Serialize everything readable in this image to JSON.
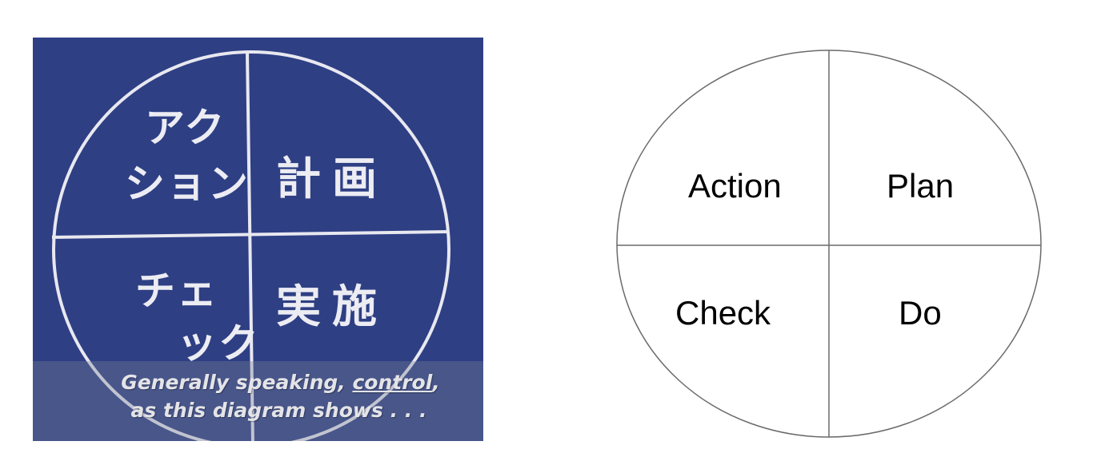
{
  "left_panel": {
    "background_color": "#2e3f84",
    "line_color": "#e8e8f0",
    "quadrants": {
      "action_line1": "アク",
      "action_line2": "ション",
      "plan": "計画",
      "check_line1": "チェ",
      "check_line2": "ック",
      "do": "実施"
    },
    "subtitle": {
      "line1_a": "Generally speaking, ",
      "line1_underlined": "control",
      "line1_b": ",",
      "line2": "as this diagram shows . . ."
    }
  },
  "right_panel": {
    "line_color": "#6a6a6a",
    "quadrants": {
      "action": "Action",
      "plan": "Plan",
      "check": "Check",
      "do": "Do"
    }
  }
}
